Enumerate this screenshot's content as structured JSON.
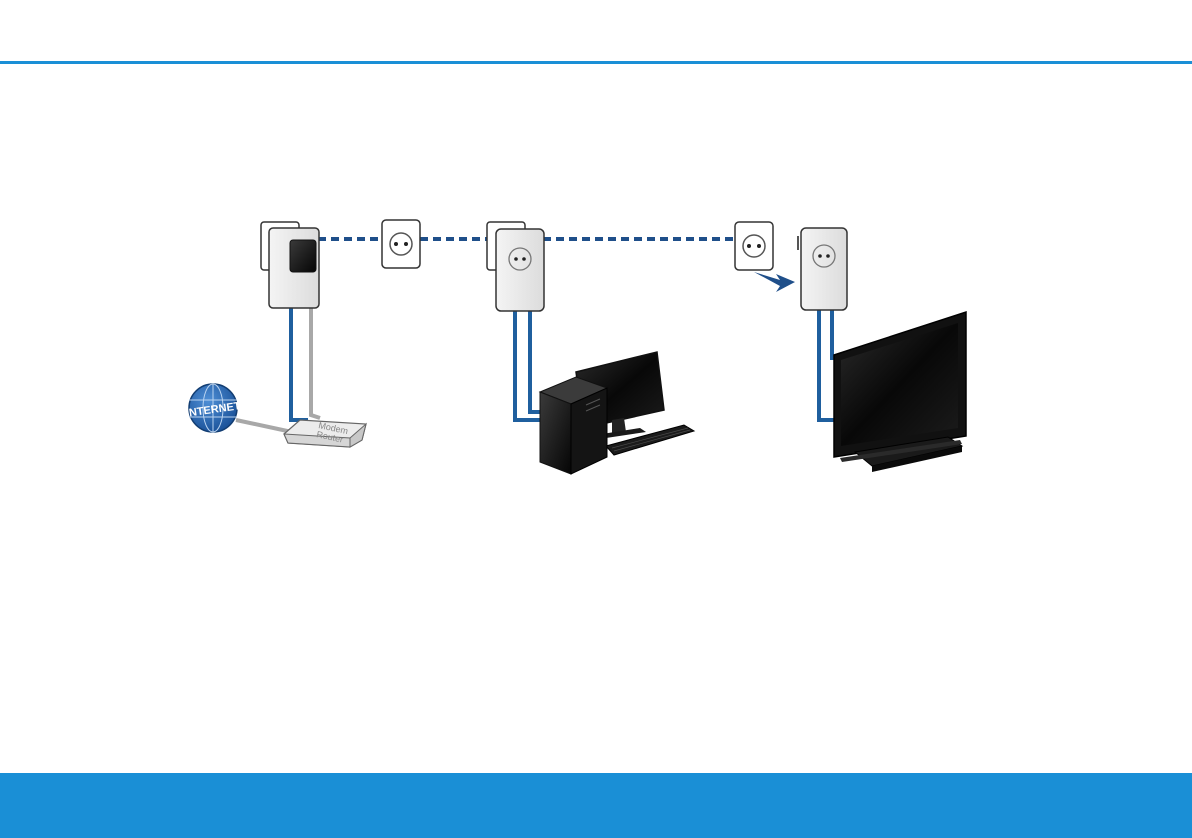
{
  "colors": {
    "accent": "#1a8fd6",
    "cable_blue": "#1f5f9e",
    "cable_gray": "#a8a8a8",
    "dash_line": "#1f4f8a",
    "globe": "#2a6cb8"
  },
  "diagram": {
    "internet_label": "INTERNET",
    "router_label_line1": "Modem",
    "router_label_line2": "Router"
  },
  "icons": [
    "globe-icon",
    "router-icon",
    "powerline-adapter-icon",
    "wall-socket-icon",
    "pc-tower-icon",
    "monitor-icon",
    "keyboard-icon",
    "tv-icon",
    "arrow-icon"
  ]
}
